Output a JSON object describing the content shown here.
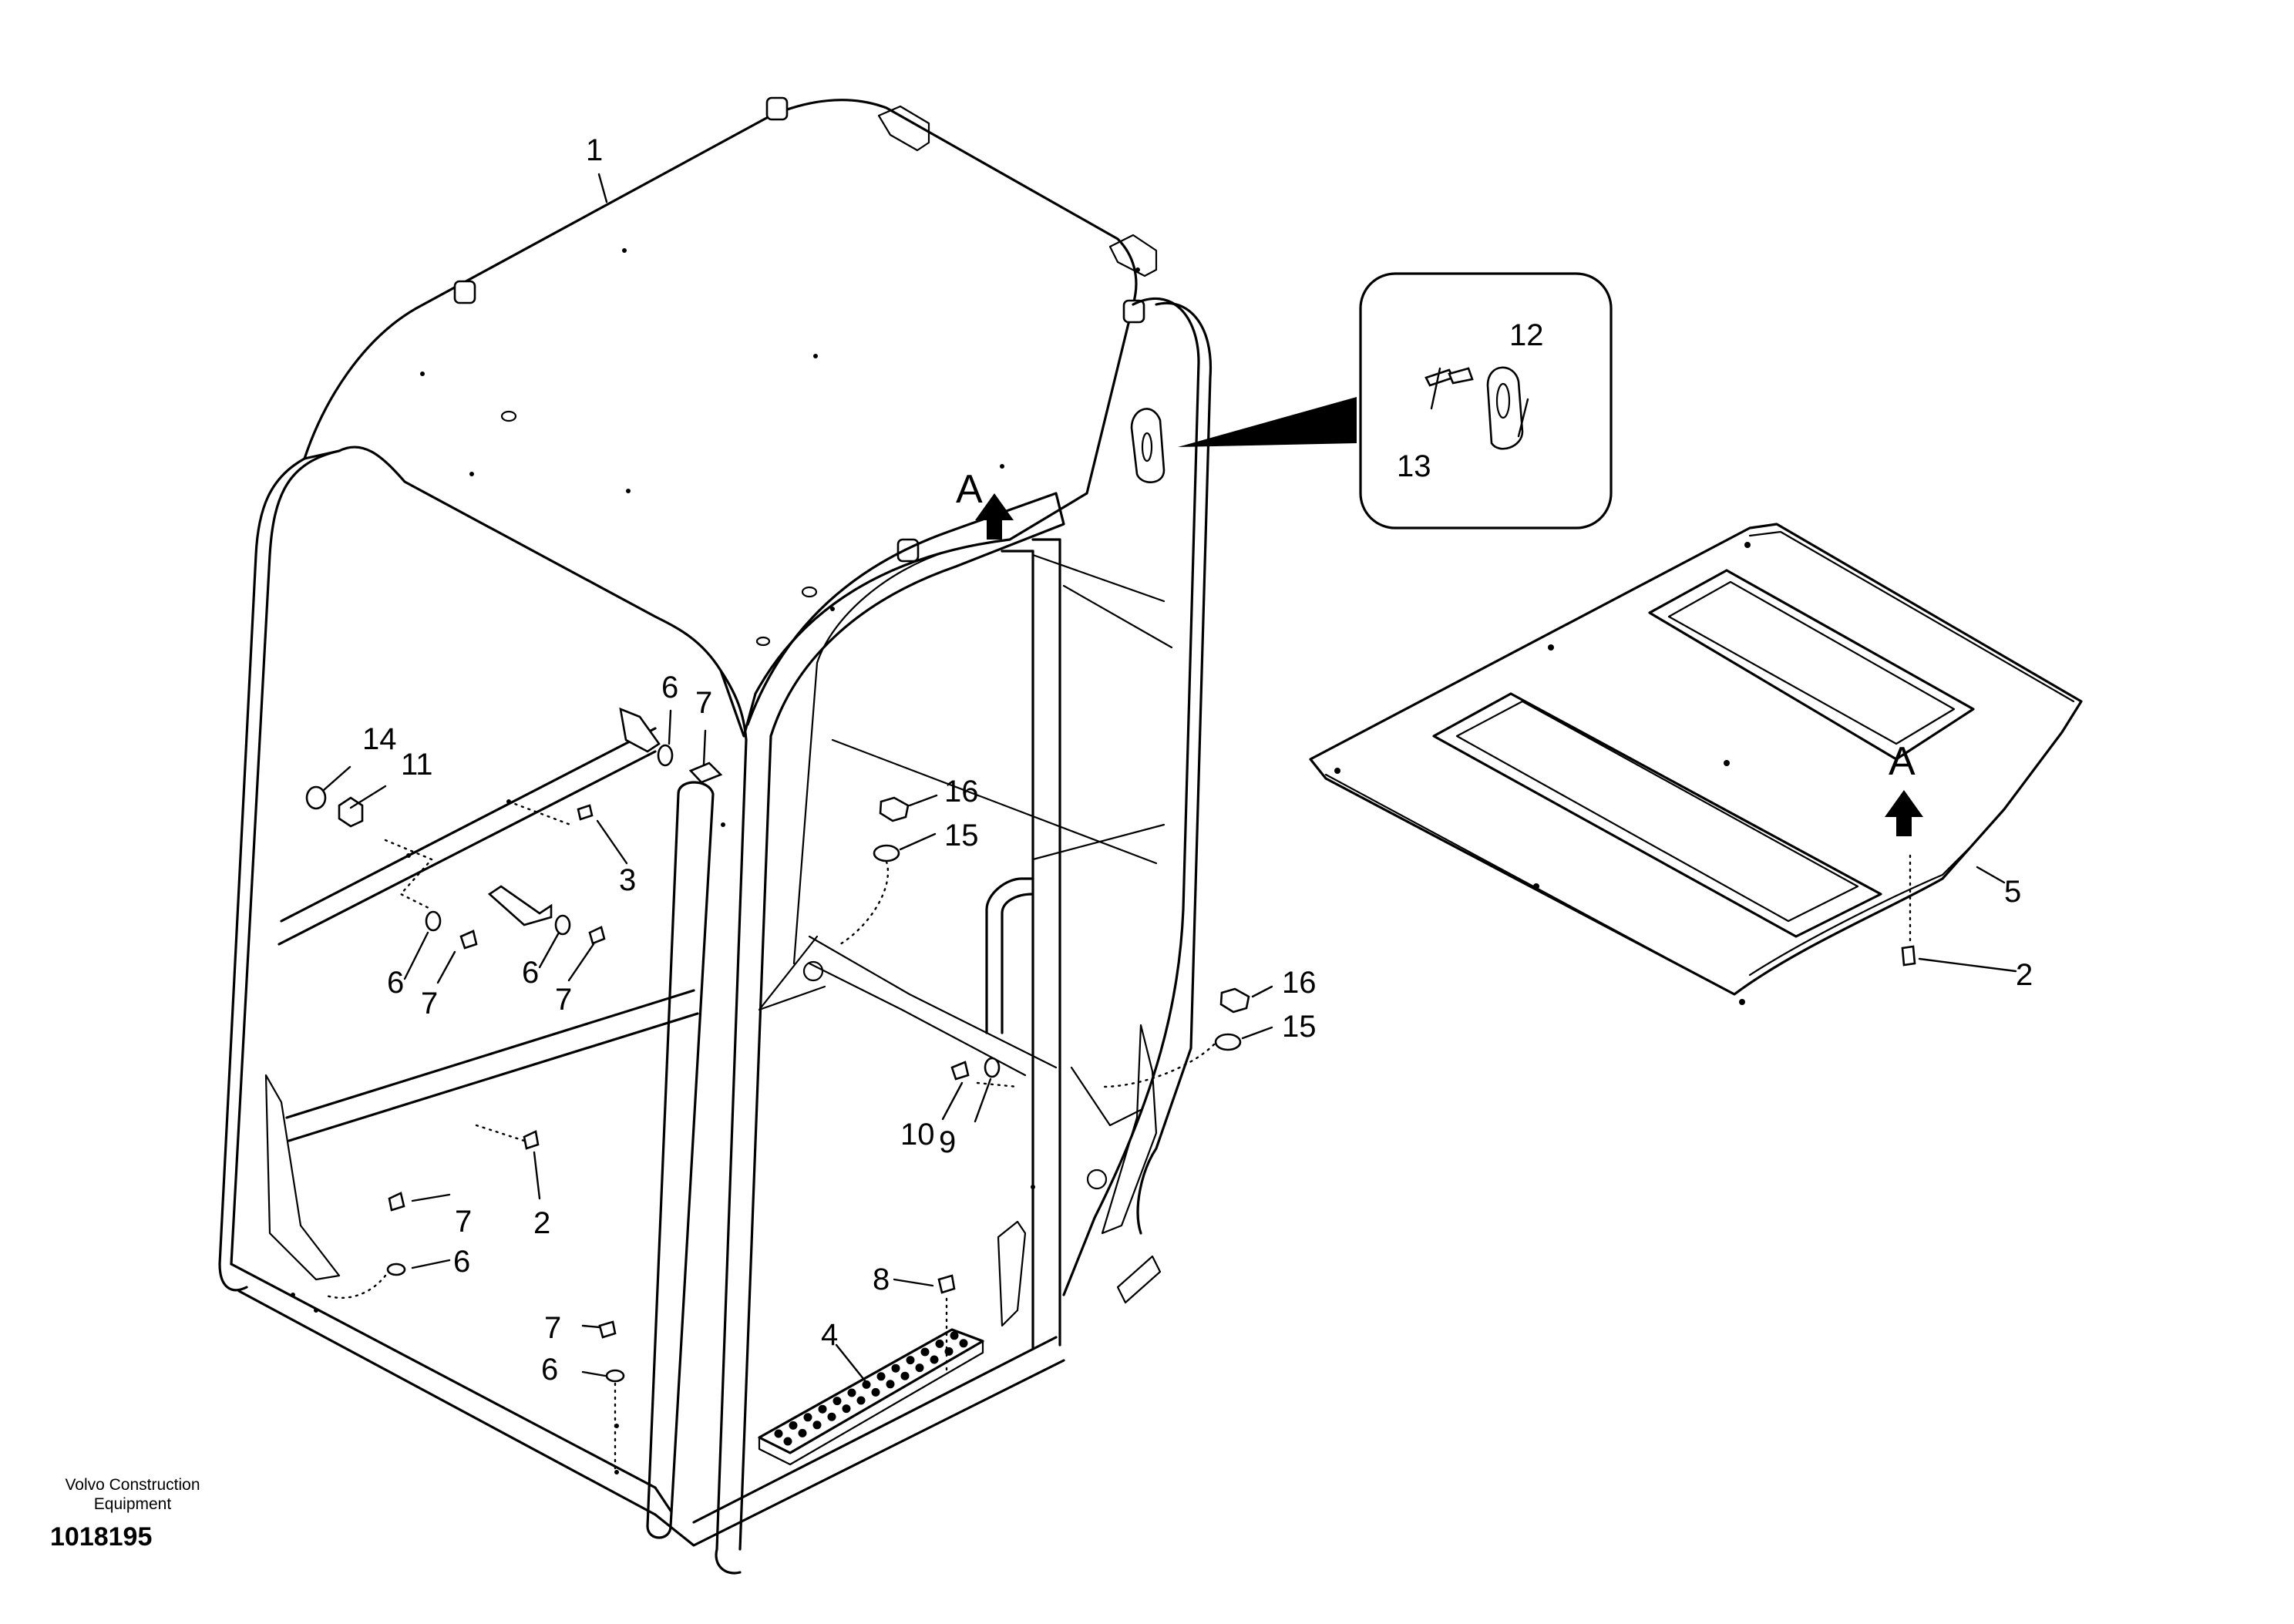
{
  "callouts": [
    {
      "id": "c1",
      "label": "1"
    },
    {
      "id": "c2a",
      "label": "2"
    },
    {
      "id": "c2b",
      "label": "2"
    },
    {
      "id": "c3",
      "label": "3"
    },
    {
      "id": "c4",
      "label": "4"
    },
    {
      "id": "c5",
      "label": "5"
    },
    {
      "id": "c6a",
      "label": "6"
    },
    {
      "id": "c6b",
      "label": "6"
    },
    {
      "id": "c6c",
      "label": "6"
    },
    {
      "id": "c6d",
      "label": "6"
    },
    {
      "id": "c6e",
      "label": "6"
    },
    {
      "id": "c7a",
      "label": "7"
    },
    {
      "id": "c7b",
      "label": "7"
    },
    {
      "id": "c7c",
      "label": "7"
    },
    {
      "id": "c7d",
      "label": "7"
    },
    {
      "id": "c7e",
      "label": "7"
    },
    {
      "id": "c8",
      "label": "8"
    },
    {
      "id": "c9",
      "label": "9"
    },
    {
      "id": "c10",
      "label": "10"
    },
    {
      "id": "c11",
      "label": "11"
    },
    {
      "id": "c12",
      "label": "12"
    },
    {
      "id": "c13",
      "label": "13"
    },
    {
      "id": "c14",
      "label": "14"
    },
    {
      "id": "c15a",
      "label": "15"
    },
    {
      "id": "c15b",
      "label": "15"
    },
    {
      "id": "c16a",
      "label": "16"
    },
    {
      "id": "c16b",
      "label": "16"
    }
  ],
  "view_markers": [
    {
      "id": "va",
      "label": "A"
    },
    {
      "id": "vb",
      "label": "A"
    }
  ],
  "footer": {
    "maker_line1": "Volvo Construction",
    "maker_line2": "Equipment",
    "doc_number": "1018195"
  }
}
